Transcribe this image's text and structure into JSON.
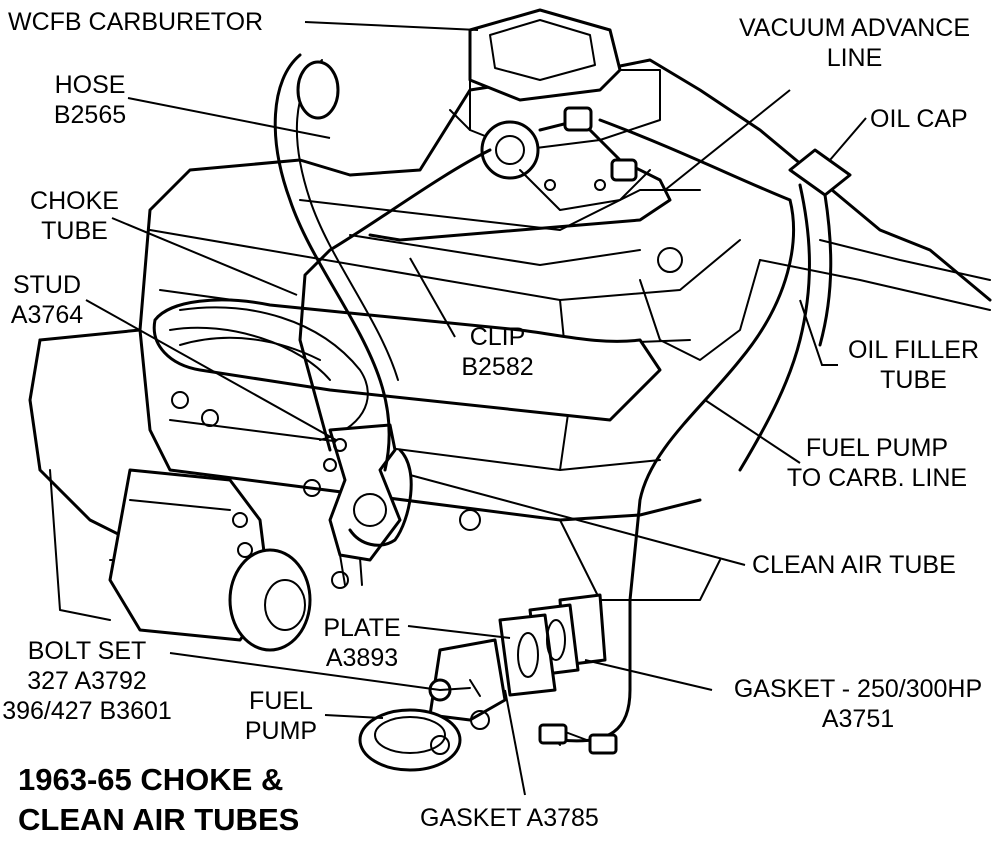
{
  "labels": {
    "carburetor": "WCFB CARBURETOR",
    "vacuum_advance_1": "VACUUM ADVANCE",
    "vacuum_advance_2": "LINE",
    "hose_1": "HOSE",
    "hose_2": "B2565",
    "oil_cap": "OIL CAP",
    "choke_tube_1": "CHOKE",
    "choke_tube_2": "TUBE",
    "stud_1": "STUD",
    "stud_2": "A3764",
    "clip_1": "CLIP",
    "clip_2": "B2582",
    "oil_filler_1": "OIL FILLER",
    "oil_filler_2": "TUBE",
    "fuel_line_1": "FUEL PUMP",
    "fuel_line_2": "TO CARB. LINE",
    "clean_air_tube": "CLEAN AIR TUBE",
    "plate_1": "PLATE",
    "plate_2": "A3893",
    "bolt_set_1": "BOLT SET",
    "bolt_set_2": "327  A3792",
    "bolt_set_3": "396/427  B3601",
    "fuel_pump_1": "FUEL",
    "fuel_pump_2": "PUMP",
    "gasket_hp_1": "GASKET - 250/300HP",
    "gasket_hp_2": "A3751",
    "gasket_2": "GASKET  A3785"
  },
  "title": {
    "line1": "1963-65 CHOKE &",
    "line2": "CLEAN AIR TUBES"
  }
}
